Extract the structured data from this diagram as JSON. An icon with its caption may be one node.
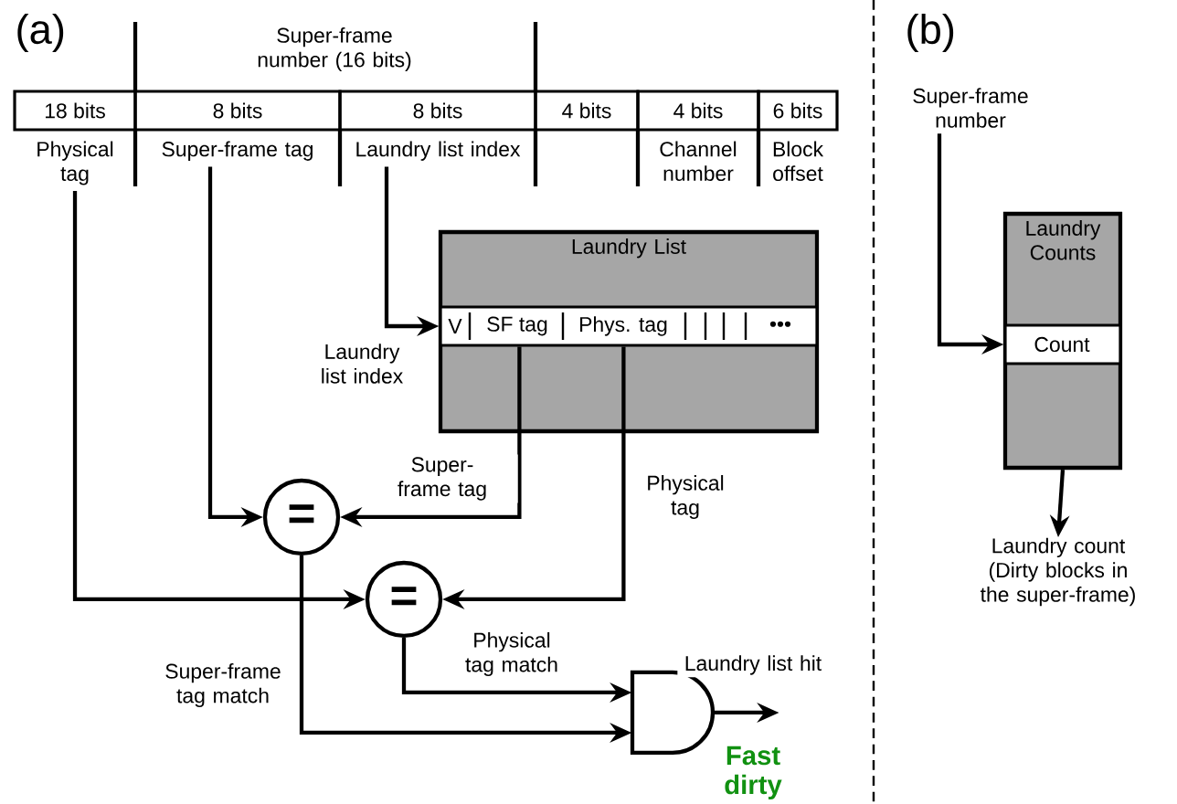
{
  "diagram": {
    "nodes": [
      {
        "text": [
          "18 bits"
        ],
        "beside": [
          "Physical tag"
        ]
      },
      {
        "text": [
          "8 bits"
        ],
        "beside": [
          "Super-frame tag"
        ]
      },
      {
        "text": [
          "8 bits"
        ],
        "beside": [
          "Laundry list index"
        ]
      },
      {
        "text": [
          "4 bits"
        ]
      },
      {
        "text": [
          "4 bits"
        ],
        "beside": [
          "Channel number"
        ]
      },
      {
        "text": [
          "6 bits"
        ],
        "beside": [
          "Block offset"
        ]
      },
      {
        "text": [
          "Laundry List"
        ]
      },
      {
        "text": [
          "V",
          "SF tag",
          "Phys. tag",
          "•••"
        ],
        "in": 6
      },
      {
        "text": [
          "="
        ]
      },
      {
        "text": [
          "="
        ]
      },
      {
        "text": [],
        "shape": "gate"
      },
      {
        "text": [
          "Laundry Counts"
        ]
      },
      {
        "text": [
          "Count"
        ],
        "in": 11
      },
      {
        "text": [
          "Super-frame number"
        ]
      },
      {
        "text": [
          "Laundry count (Dirty blocks in the super-frame)"
        ]
      }
    ],
    "edges": [
      {
        "from": 2,
        "to": 7,
        "arrow": "to",
        "label": "Laundry list index"
      },
      {
        "from": 7,
        "to": 8,
        "arrow": "to",
        "label": "Super-frame tag"
      },
      {
        "from": 7,
        "to": 9,
        "arrow": "to",
        "label": "Physical tag"
      },
      {
        "from": 1,
        "to": 8,
        "arrow": "to"
      },
      {
        "from": 0,
        "to": 9,
        "arrow": "to"
      },
      {
        "from": 8,
        "to": 10,
        "arrow": "to",
        "label": "Super-frame tag match"
      },
      {
        "from": 9,
        "to": 10,
        "arrow": "to",
        "label": "Physical tag match"
      },
      {
        "from": 10,
        "to": null,
        "arrow": "to",
        "label": "Laundry list hit"
      },
      {
        "from": 13,
        "to": 12,
        "arrow": "to"
      },
      {
        "from": 11,
        "to": 14,
        "arrow": "to"
      }
    ],
    "labels": [
      "(a)",
      "Super-frame number (16 bits)",
      "(b)",
      "Fast dirty"
    ]
  }
}
